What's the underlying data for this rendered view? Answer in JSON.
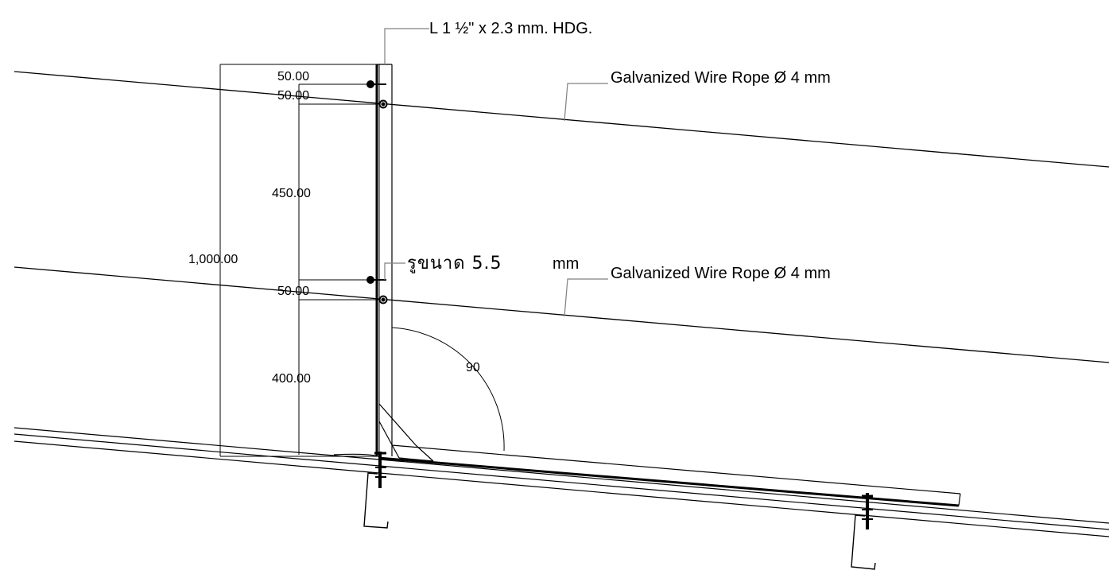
{
  "diagram": {
    "callouts": {
      "angle_section": "L 1 ½\" x 2.3 mm. HDG.",
      "wire_rope_upper": "Galvanized Wire Rope Ø 4 mm",
      "wire_rope_lower": "Galvanized Wire Rope Ø 4 mm",
      "hole_size_thai": "รูขนาด 5.5",
      "hole_size_unit": "mm"
    },
    "dimensions": {
      "overall_height": "1,000.00",
      "top_spacing_1": "50.00",
      "top_spacing_2": "50.00",
      "middle_spacing": "450.00",
      "lower_spacing": "50.00",
      "bottom_spacing": "400.00"
    },
    "angle": "90",
    "colors": {
      "line": "#000000",
      "leader": "#808080"
    }
  }
}
